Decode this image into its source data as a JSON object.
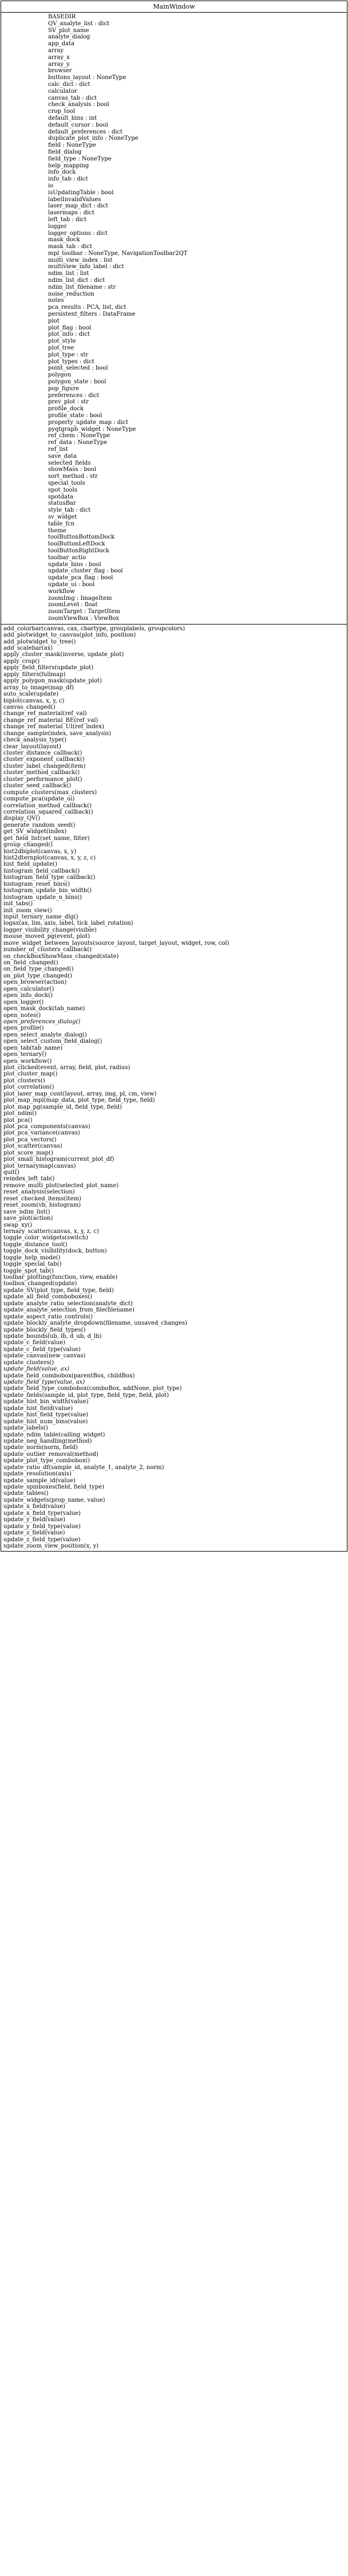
{
  "class_name": "MainWindow",
  "attributes": [
    "BASEDIR",
    "QV_analyte_list : dict",
    "SV_plot_name",
    "analyte_dialog",
    "app_data",
    "array",
    "array_x",
    "array_y",
    "browser",
    "buttons_layout : NoneType",
    "calc_dict : dict",
    "calculator",
    "canvas_tab : dict",
    "check_analysis : bool",
    "crop_tool",
    "default_bins : int",
    "default_cursor : bool",
    "default_preferences : dict",
    "duplicate_plot_info : NoneType",
    "field : NoneType",
    "field_dialog",
    "field_type : NoneType",
    "help_mapping",
    "info_dock",
    "info_tab : dict",
    "io",
    "isUpdatingTable : bool",
    "labelInvalidValues",
    "laser_map_dict : dict",
    "lasermaps : dict",
    "left_tab : dict",
    "logger",
    "logger_options : dict",
    "mask_dock",
    "mask_tab : dict",
    "mpl_toolbar : NoneType, NavigationToolbar2QT",
    "multi_view_index : list",
    "multiview_info_label : dict",
    "ndim_list : list",
    "ndim_list_dict : dict",
    "ndim_list_filename : str",
    "noise_reduction",
    "notes",
    "pca_results : PCA, list, dict",
    "persistent_filters : DataFrame",
    "plot",
    "plot_flag : bool",
    "plot_info : dict",
    "plot_style",
    "plot_tree",
    "plot_type : str",
    "plot_types : dict",
    "point_selected : bool",
    "polygon",
    "polygon_state : bool",
    "pop_figure",
    "preferences : dict",
    "prev_plot : str",
    "profile_dock",
    "profile_state : bool",
    "property_update_map : dict",
    "pyqtgraph_widget : NoneType",
    "ref_chem : NoneType",
    "ref_data : NoneType",
    "ref_list",
    "save_data",
    "selected_fields",
    "showMass : bool",
    "sort_method : str",
    "special_tools",
    "spot_tools",
    "spotdata",
    "statusBar",
    "style_tab : dict",
    "sv_widget",
    "table_fcn",
    "theme",
    "toolButtonBottomDock",
    "toolButtonLeftDock",
    "toolButtonRightDock",
    "toolbar_actio",
    "update_bins : bool",
    "update_cluster_flag : bool",
    "update_pca_flag : bool",
    "update_ui : bool",
    "workflow",
    "zoomImg : ImageItem",
    "zoomLevel : float",
    "zoomTarget : TargetItem",
    "zoomViewBox : ViewBox"
  ],
  "methods": [
    "add_colorbar(canvas, cax, cbartype, grouplabels, groupcolors)",
    "add_plotwidget_to_canvas(plot_info, position)",
    "add_plotwidget_to_tree()",
    "add_scalebar(ax)",
    "apply_cluster_mask(inverse, update_plot)",
    "apply_crop()",
    "apply_field_filters(update_plot)",
    "apply_filters(fullmap)",
    "apply_polygon_mask(update_plot)",
    "array_to_image(map_df)",
    "auto_scale(update)",
    "biplot(canvas, x, y, c)",
    "canvas_changed()",
    "change_ref_material(ref_val)",
    "change_ref_material_BE(ref_val)",
    "change_ref_material_UI(ref_index)",
    "change_sample(index, save_analysis)",
    "check_analysis_type()",
    "clear_layout(layout)",
    "cluster_distance_callback()",
    "cluster_exponent_callback()",
    "cluster_label_changed(item)",
    "cluster_method_callback()",
    "cluster_performance_plot()",
    "cluster_seed_callback()",
    "compute_clusters(max_clusters)",
    "compute_pca(update_ui)",
    "correlation_method_callback()",
    "correlation_squared_callback()",
    "display_QV()",
    "generate_random_seed()",
    "get_SV_widget(index)",
    "get_field_list(set_name, filter)",
    "group_changed()",
    "hist2dbiplot(canvas, x, y)",
    "hist2dternplot(canvas, x, y, z, c)",
    "hist_field_update()",
    "histogram_field_callback()",
    "histogram_field_type_callback()",
    "histogram_reset_bins()",
    "histogram_update_bin_width()",
    "histogram_update_n_bins()",
    "init_tabs()",
    "init_zoom_view()",
    "input_ternary_name_dlg()",
    "logax(ax, lim, axis, label, tick_label_rotation)",
    "logger_visibility_change(visible)",
    "mouse_moved_pg(event, plot)",
    "move_widget_between_layouts(source_layout, target_layout, widget, row, col)",
    "number_of_clusters_callback()",
    "on_checkBoxShowMass_changed(state)",
    "on_field_changed()",
    "on_field_type_changed()",
    "on_plot_type_changed()",
    "open_browser(action)",
    "open_calculator()",
    "open_info_dock()",
    "open_logger()",
    "open_mask_dock(tab_name)",
    "open_notes()",
    "open_preferences_dialog()",
    "open_profile()",
    "open_select_analyte_dialog()",
    "open_select_custom_field_dialog()",
    "open_tab(tab_name)",
    "open_ternary()",
    "open_workflow()",
    "plot_clicked(event, array, field, plot, radius)",
    "plot_cluster_map()",
    "plot_clusters()",
    "plot_correlation()",
    "plot_laser_map_cont(layout, array, img, pl, cm, view)",
    "plot_map_mpl(map_data, plot_type, field_type, field)",
    "plot_map_pg(sample_id, field_type, field)",
    "plot_ndim()",
    "plot_pca()",
    "plot_pca_components(canvas)",
    "plot_pca_variance(canvas)",
    "plot_pca_vectors()",
    "plot_scatter(canvas)",
    "plot_score_map()",
    "plot_small_histogram(current_plot_df)",
    "plot_ternarymap(canvas)",
    "quit()",
    "reindex_left_tab()",
    "remove_multi_plot(selected_plot_name)",
    "reset_analysis(selection)",
    "reset_checked_items(item)",
    "reset_zoom(vb, histogram)",
    "save_ndim_list()",
    "save_plot(action)",
    "swap_xy()",
    "ternary_scatter(canvas, x, y, z, c)",
    "toggle_color_widgets(switch)",
    "toggle_distance_tool()",
    "toggle_dock_visibility(dock, button)",
    "toggle_help_mode()",
    "toggle_special_tab()",
    "toggle_spot_tab()",
    "toolbar_plotting(function, view, enable)",
    "toolbox_changed(update)",
    "update_SV(plot_type, field_type, field)",
    "update_all_field_comboboxes()",
    "update_analyte_ratio_selection(analyte_dict)",
    "update_analyte_selection_from_file(filename)",
    "update_aspect_ratio_controls()",
    "update_blockly_analyte_dropdown(filename, unsaved_changes)",
    "update_blockly_field_types()",
    "update_bounds(ub, lb, d_ub, d_lb)",
    "update_c_field(value)",
    "update_c_field_type(value)",
    "update_canvas(new_canvas)",
    "update_clusters()",
    "update_field(value, ax)",
    "update_field_combobox(parentBox, childBox)",
    "update_field_type(value, ax)",
    "update_field_type_combobox(comboBox, addNone, plot_type)",
    "update_fields(sample_id, plot_type, field_type, field, plot)",
    "update_hist_bin_width(value)",
    "update_hist_field(value)",
    "update_hist_field_type(value)",
    "update_hist_num_bins(value)",
    "update_labels()",
    "update_ndim_table(calling_widget)",
    "update_neg_handling(method)",
    "update_norm(norm, field)",
    "update_outlier_removal(method)",
    "update_plot_type_combobox()",
    "update_ratio_df(sample_id, analyte_1, analyte_2, norm)",
    "update_resolution(axis)",
    "update_sample_id(value)",
    "update_spinboxes(field, field_type)",
    "update_tables()",
    "update_widgets(prop_name, value)",
    "update_x_field(value)",
    "update_x_field_type(value)",
    "update_y_field(value)",
    "update_y_field_type(value)",
    "update_z_field(value)",
    "update_z_field_type(value)",
    "update_zoom_view_position(x, y)"
  ],
  "italic_methods": [
    "open_preferences_dialog()",
    "update_field(value, ax)",
    "update_field_type(value, ax)"
  ]
}
